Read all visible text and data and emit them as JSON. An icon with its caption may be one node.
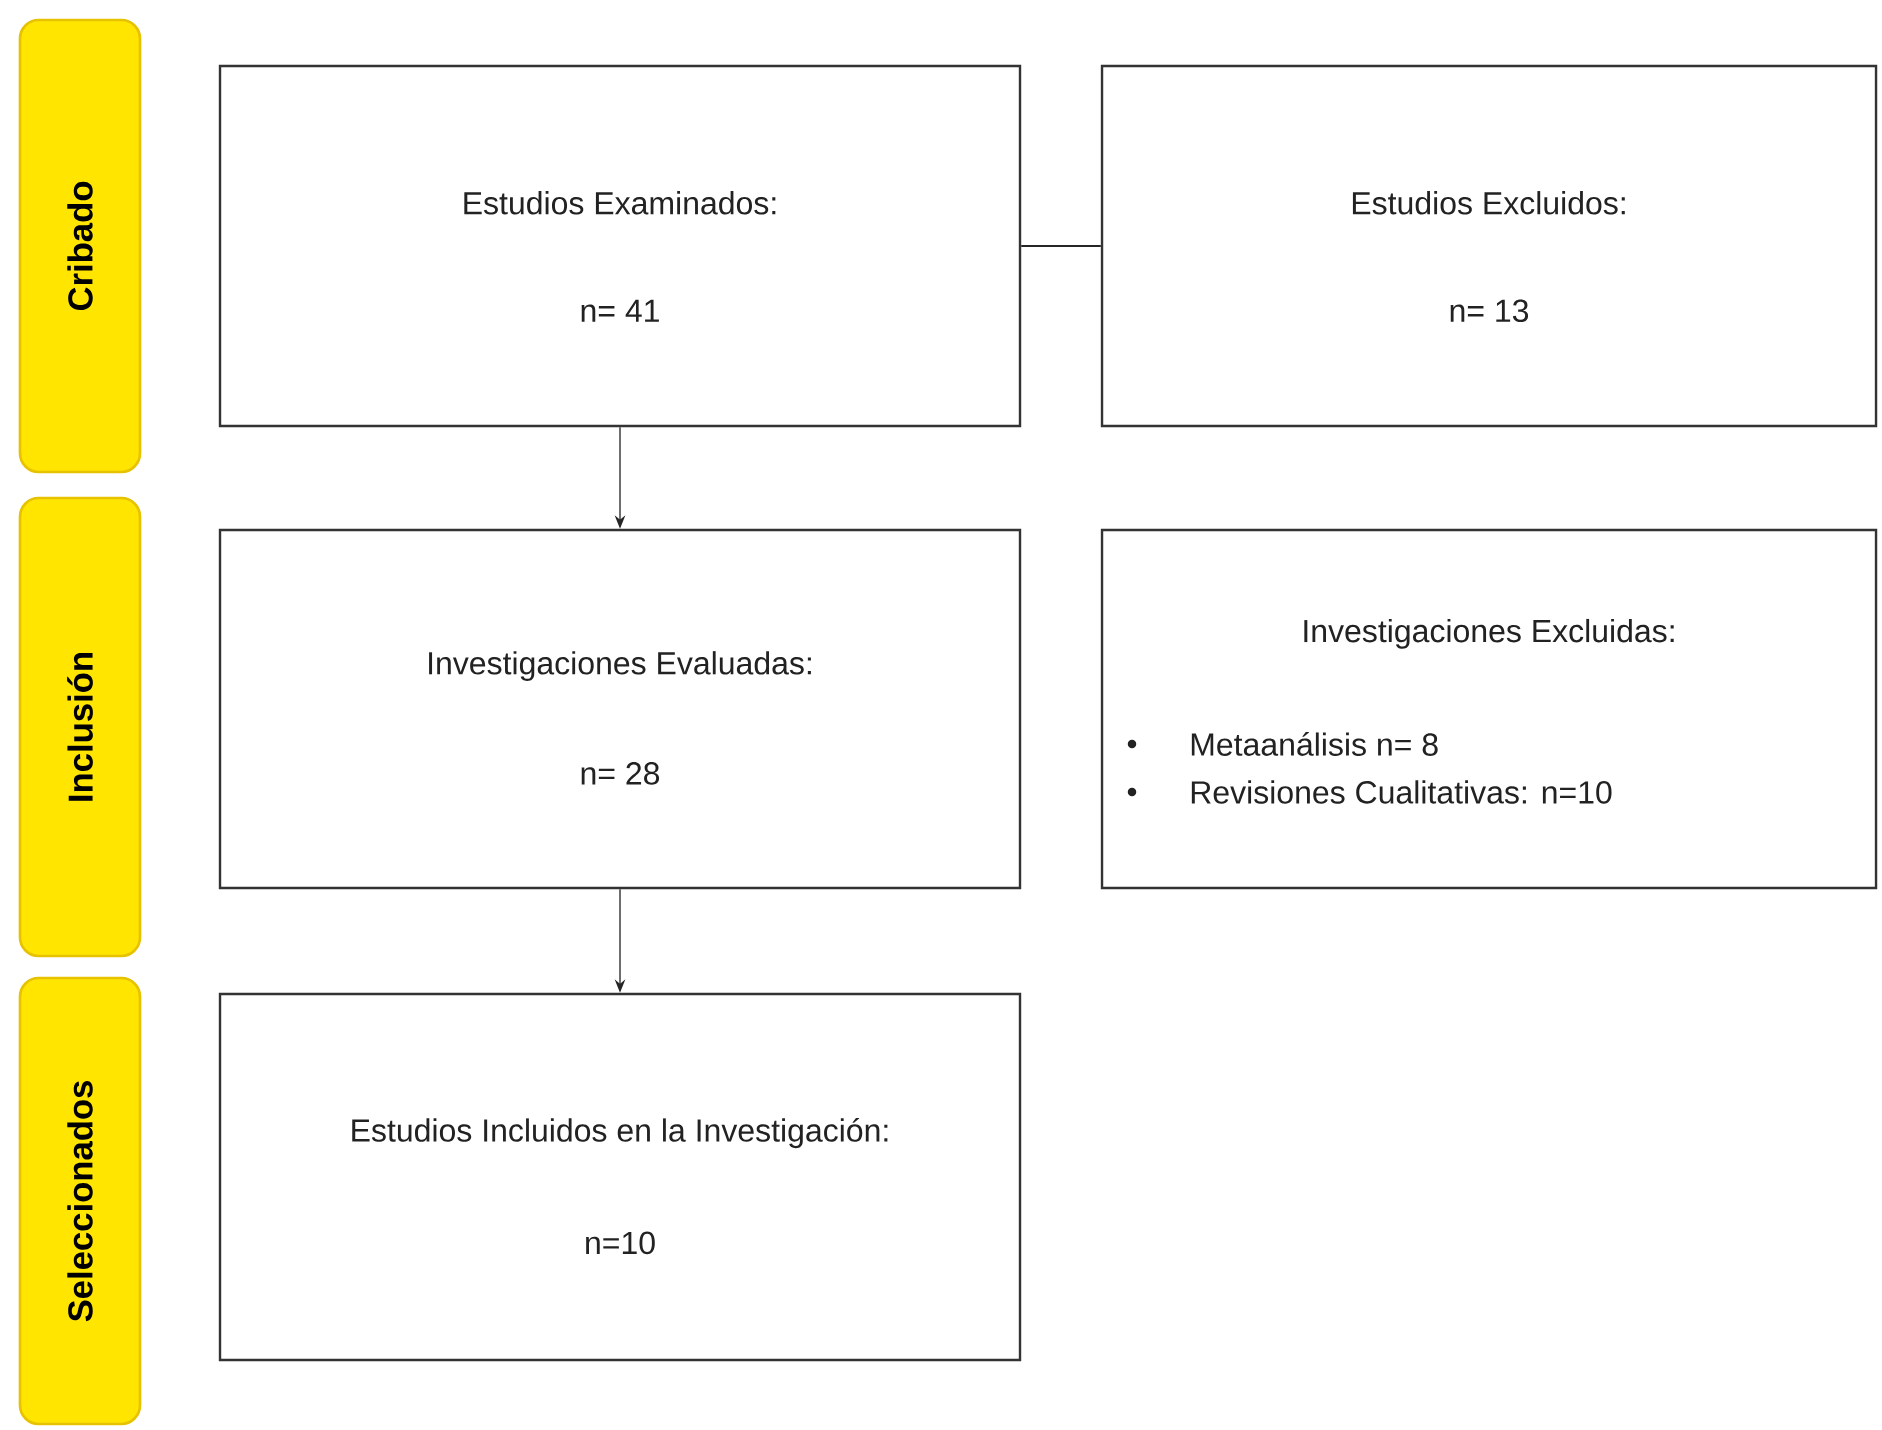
{
  "diagram": {
    "nodes": [
      {
        "text": [
          "Cribado"
        ]
      },
      {
        "text": [
          "Inclusión"
        ]
      },
      {
        "text": [
          "Seleccionados"
        ]
      },
      {
        "text": [
          "Estudios Examinados:",
          "n= 41"
        ]
      },
      {
        "text": [
          "Estudios Excluidos:",
          "n= 13"
        ]
      },
      {
        "text": [
          "Investigaciones Evaluadas:",
          "n= 28"
        ]
      },
      {
        "text": [
          "Investigaciones Excluidas:",
          "Metaanálisis n= 8",
          "Revisiones Cualitativas: n=10"
        ]
      },
      {
        "text": [
          "Estudios Incluidos en la Investigación:",
          "n=10"
        ]
      }
    ],
    "edges": [
      {
        "from": 3,
        "to": 4,
        "arrow": "none"
      },
      {
        "from": 3,
        "to": 5,
        "arrow": "to"
      },
      {
        "from": 5,
        "to": 7,
        "arrow": "to"
      }
    ]
  }
}
